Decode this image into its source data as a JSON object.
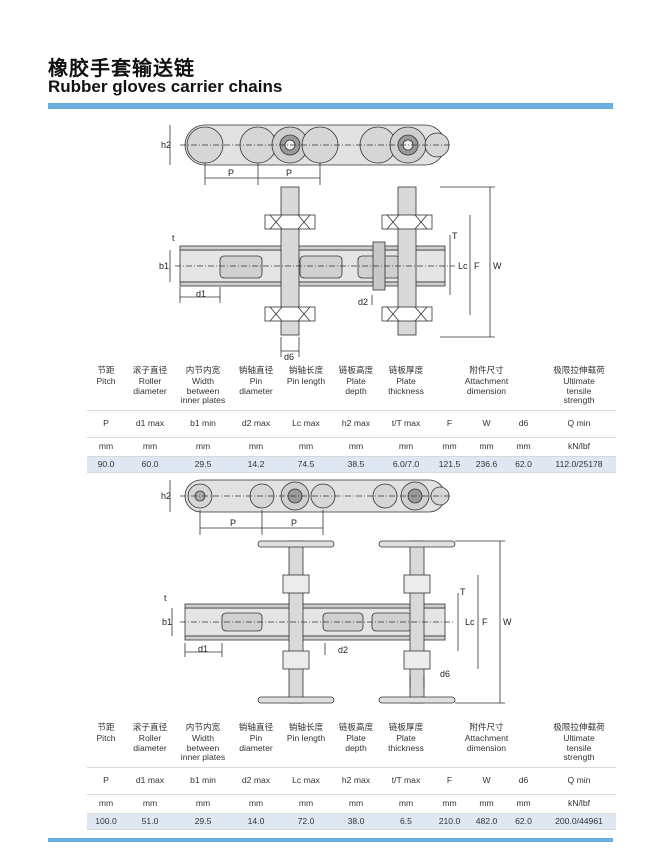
{
  "title": {
    "cn": "橡胶手套输送链",
    "en": "Rubber gloves carrier chains"
  },
  "drawing_labels": {
    "h2": "h2",
    "p": "P",
    "b1": "b1",
    "t": "t",
    "T": "T",
    "lc": "Lc",
    "f": "F",
    "w": "W",
    "d1": "d1",
    "d2": "d2",
    "d6": "d6"
  },
  "tables": [
    {
      "headers": [
        {
          "cn": "节距",
          "en": "",
          "sym": "P",
          "unit": "mm"
        },
        {
          "cn": "滚子直径",
          "en": "Roller diameter",
          "sym": "d1 max",
          "unit": "mm"
        },
        {
          "cn": "内节内宽",
          "en": "Width between inner plates",
          "sym": "b1 min",
          "unit": "mm"
        },
        {
          "cn": "销轴直径",
          "en": "Pin diameter",
          "sym": "d2 max",
          "unit": "mm"
        },
        {
          "cn": "销轴长度",
          "en": "Pin length",
          "sym": "Lc max",
          "unit": "mm"
        },
        {
          "cn": "链板高度",
          "en": "Plate depth",
          "sym": "h2 max",
          "unit": "mm"
        },
        {
          "cn": "链板厚度",
          "en": "Plate thickness",
          "sym": "t/T max",
          "unit": "mm"
        },
        {
          "cn": "附件尺寸",
          "en": "Attachment dimension",
          "sym": "F",
          "unit": "mm"
        },
        {
          "cn": "",
          "en": "",
          "sym": "W",
          "unit": "mm"
        },
        {
          "cn": "",
          "en": "",
          "sym": "d6",
          "unit": "mm"
        },
        {
          "cn": "极限拉伸载荷",
          "en": "Ultimate tensile strength",
          "sym": "Q min",
          "unit": "kN/lbf"
        }
      ],
      "pitch_en": "Pitch",
      "values": [
        "90.0",
        "60.0",
        "29.5",
        "14.2",
        "74.5",
        "38.5",
        "6.0/7.0",
        "121.5",
        "236.6",
        "62.0",
        "112.0/25178"
      ]
    },
    {
      "pitch_en": "Pitch",
      "values": [
        "100.0",
        "51.0",
        "29.5",
        "14.0",
        "72.0",
        "38.0",
        "6.5",
        "210.0",
        "482.0",
        "62.0",
        "200.0/44961"
      ]
    }
  ]
}
